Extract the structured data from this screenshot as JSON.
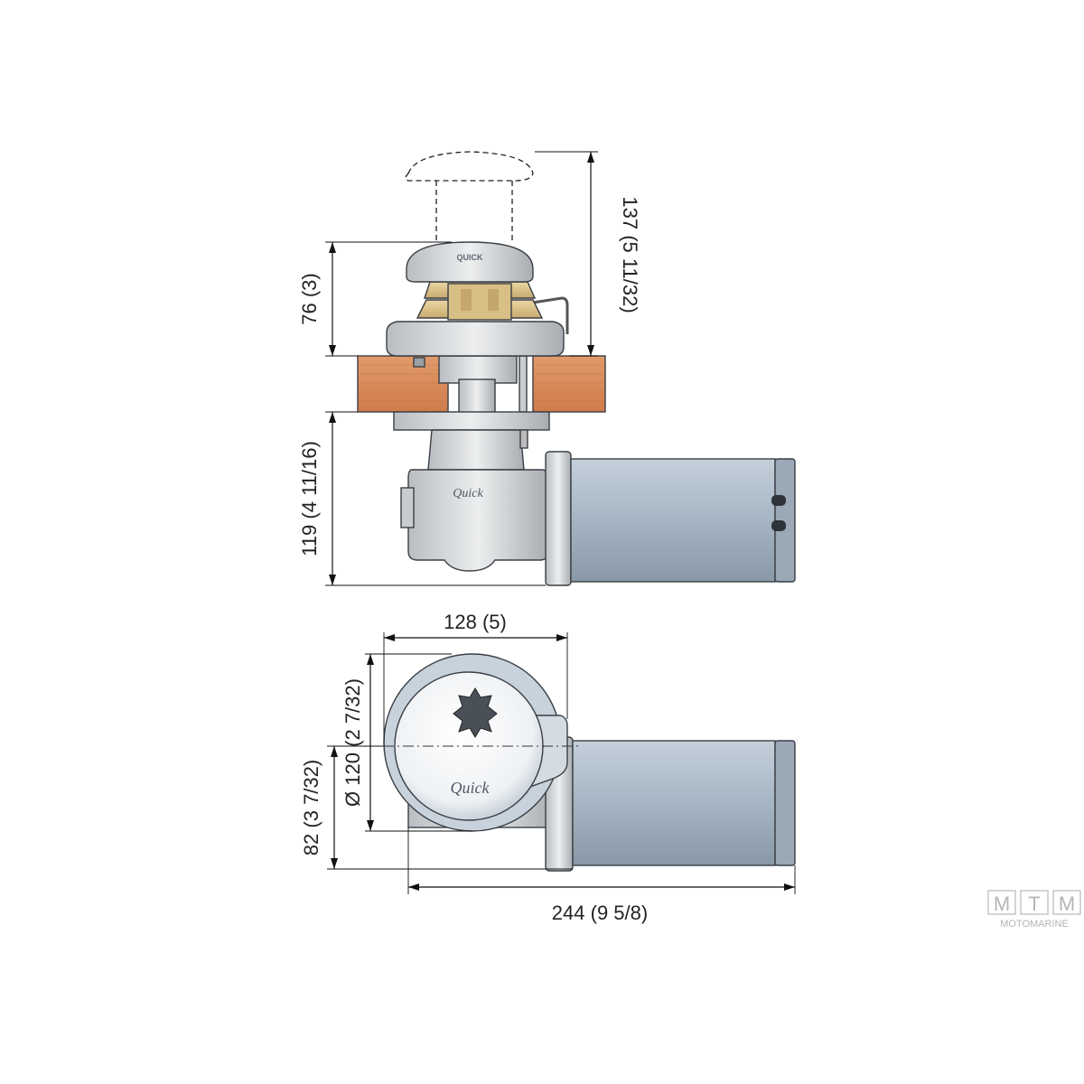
{
  "dimensions": {
    "cap_height": {
      "value": "76",
      "fraction": "(3)"
    },
    "total_height": {
      "value": "137",
      "fraction": "(5 11/32)"
    },
    "below_deck_height": {
      "value": "119",
      "fraction": "(4 11/16)"
    },
    "top_width": {
      "value": "128",
      "fraction": "(5)"
    },
    "gypsy_diameter": {
      "value": "Ø 120",
      "fraction": "(2 7/32)"
    },
    "base_height": {
      "value": "82",
      "fraction": "(3 7/32)"
    },
    "total_length": {
      "value": "244",
      "fraction": "(9 5/8)"
    }
  },
  "product_marks": {
    "cap_logo": "QUICK",
    "gearbox_logo": "Quick",
    "top_logo": "Quick"
  },
  "watermark": {
    "letters": [
      "M",
      "T",
      "M"
    ],
    "subtitle": "MOTOMARINE"
  },
  "colors": {
    "motor": "#a9b8c6",
    "deck": "#d9895a",
    "housing": "#d8dbdd",
    "gypsy": "#d9c08a"
  }
}
